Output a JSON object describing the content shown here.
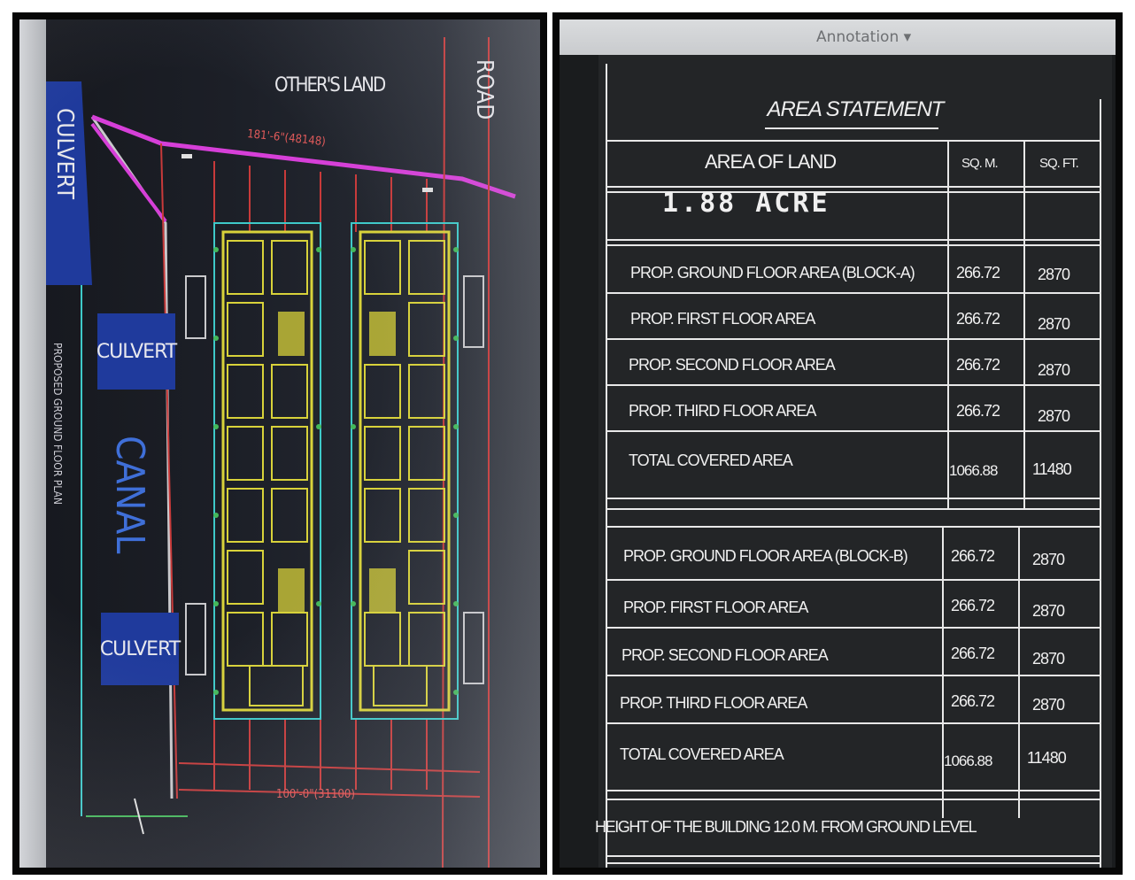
{
  "site_plan": {
    "others_land": "OTHER'S LAND",
    "road": "ROAD",
    "culvert_top": "CULVERT",
    "culvert_mid": "CULVERT",
    "culvert_bottom": "CULVERT",
    "canal": "CANAL",
    "side_caption": "PROPOSED GROUND FLOOR PLAN",
    "top_dimension": "181'-6\"(48148)",
    "bottom_dimension": "100'-0\"(31100)",
    "colors": {
      "magenta": "#d63fd8",
      "red": "#c83a3a",
      "yellow": "#d8d23a",
      "cyan": "#3ec9c9",
      "green": "#44b85a",
      "blue_fill": "#1f3a9c"
    }
  },
  "area_statement": {
    "toolbar_label": "Annotation ▾",
    "title": "AREA STATEMENT",
    "header": {
      "area_of_land": "AREA OF LAND",
      "sqm": "SQ. M.",
      "sqft": "SQ. FT."
    },
    "land_area": "1.88 ACRE",
    "block_a": [
      {
        "label": "PROP. GROUND FLOOR AREA (BLOCK-A)",
        "sqm": "266.72",
        "sqft": "2870"
      },
      {
        "label": "PROP. FIRST FLOOR AREA",
        "sqm": "266.72",
        "sqft": "2870"
      },
      {
        "label": "PROP. SECOND FLOOR AREA",
        "sqm": "266.72",
        "sqft": "2870"
      },
      {
        "label": "PROP. THIRD FLOOR AREA",
        "sqm": "266.72",
        "sqft": "2870"
      },
      {
        "label": "TOTAL COVERED AREA",
        "sqm": "1066.88",
        "sqft": "11480"
      }
    ],
    "block_b": [
      {
        "label": "PROP. GROUND FLOOR AREA (BLOCK-B)",
        "sqm": "266.72",
        "sqft": "2870"
      },
      {
        "label": "PROP. FIRST FLOOR AREA",
        "sqm": "266.72",
        "sqft": "2870"
      },
      {
        "label": "PROP. SECOND FLOOR AREA",
        "sqm": "266.72",
        "sqft": "2870"
      },
      {
        "label": "PROP. THIRD FLOOR AREA",
        "sqm": "266.72",
        "sqft": "2870"
      },
      {
        "label": "TOTAL COVERED AREA",
        "sqm": "1066.88",
        "sqft": "11480"
      }
    ],
    "height_note": "HEIGHT OF THE BUILDING 12.0 M. FROM GROUND LEVEL"
  }
}
